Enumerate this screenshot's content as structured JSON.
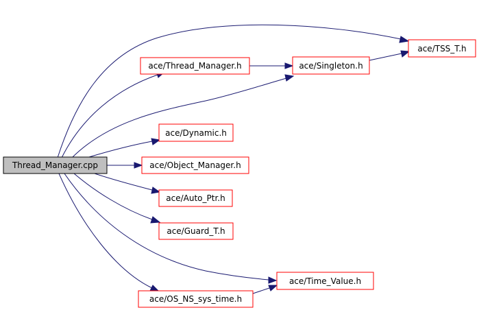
{
  "graph": {
    "root": "Thread_Manager.cpp",
    "nodes": {
      "root": "Thread_Manager.cpp",
      "tss_t": "ace/TSS_T.h",
      "thread_manager": "ace/Thread_Manager.h",
      "singleton": "ace/Singleton.h",
      "dynamic": "ace/Dynamic.h",
      "object_manager": "ace/Object_Manager.h",
      "auto_ptr": "ace/Auto_Ptr.h",
      "guard_t": "ace/Guard_T.h",
      "time_value": "ace/Time_Value.h",
      "os_ns_sys_time": "ace/OS_NS_sys_time.h"
    },
    "colors": {
      "edge": "#191970",
      "node_border": "#ff0000",
      "root_fill": "#bfbfbf",
      "root_border": "#000000"
    }
  }
}
